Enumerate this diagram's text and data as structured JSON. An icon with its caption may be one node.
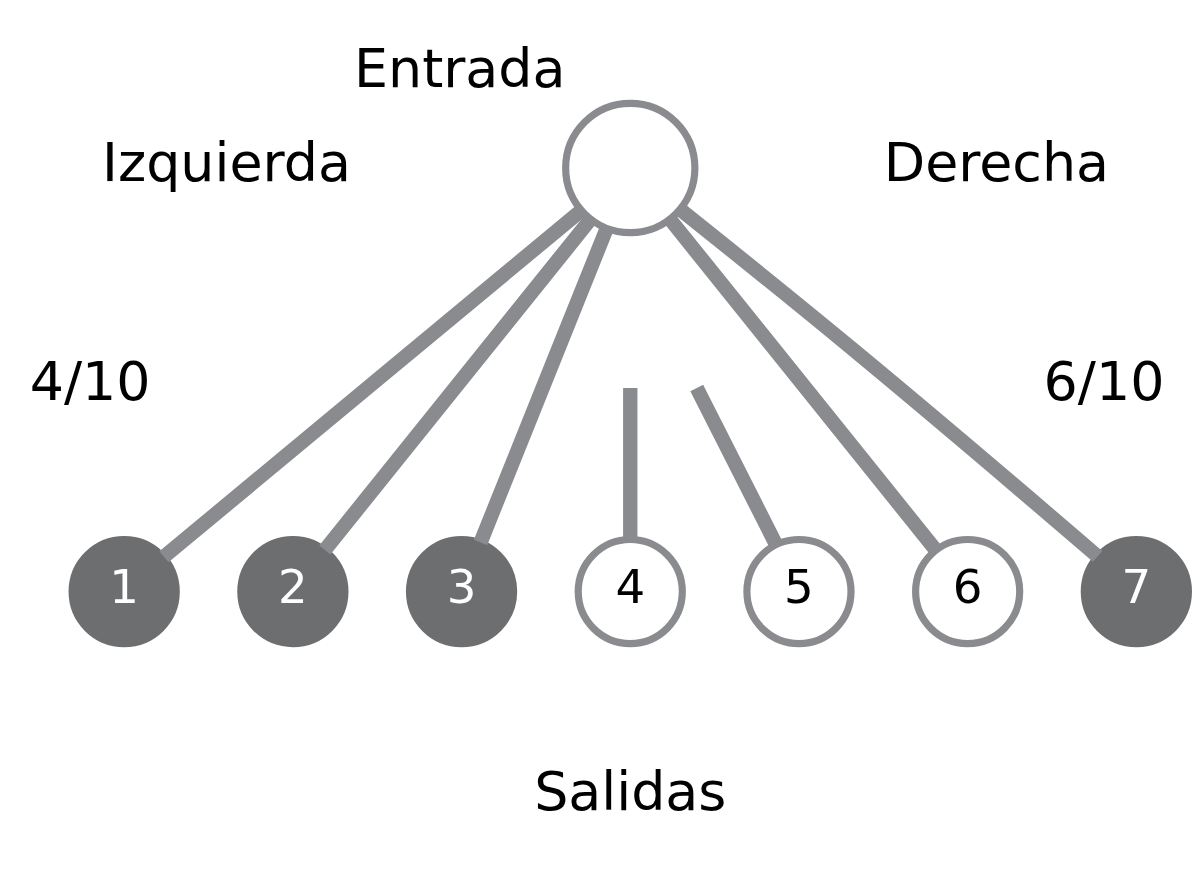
{
  "diagram": {
    "nodes": [
      {
        "text": [
          "Entrada"
        ]
      },
      {
        "text": [
          "1"
        ]
      },
      {
        "text": [
          "2"
        ]
      },
      {
        "text": [
          "3"
        ]
      },
      {
        "text": [
          "4"
        ]
      },
      {
        "text": [
          "5"
        ]
      },
      {
        "text": [
          "6"
        ]
      },
      {
        "text": [
          "7"
        ]
      }
    ],
    "edges": [
      {
        "from": 0,
        "to": 1,
        "arrow": "none"
      },
      {
        "from": 0,
        "to": 2,
        "arrow": "none"
      },
      {
        "from": null,
        "to": 4,
        "arrow": "none"
      },
      {
        "from": 0,
        "to": 3,
        "arrow": "none"
      },
      {
        "from": null,
        "to": 5,
        "arrow": "none"
      },
      {
        "from": 0,
        "to": 6,
        "arrow": "none"
      },
      {
        "from": 0,
        "to": 7,
        "arrow": "none"
      }
    ],
    "labels": [
      "Izquierda",
      "4/10",
      "Derecha",
      "6/10",
      "Salidas"
    ]
  }
}
